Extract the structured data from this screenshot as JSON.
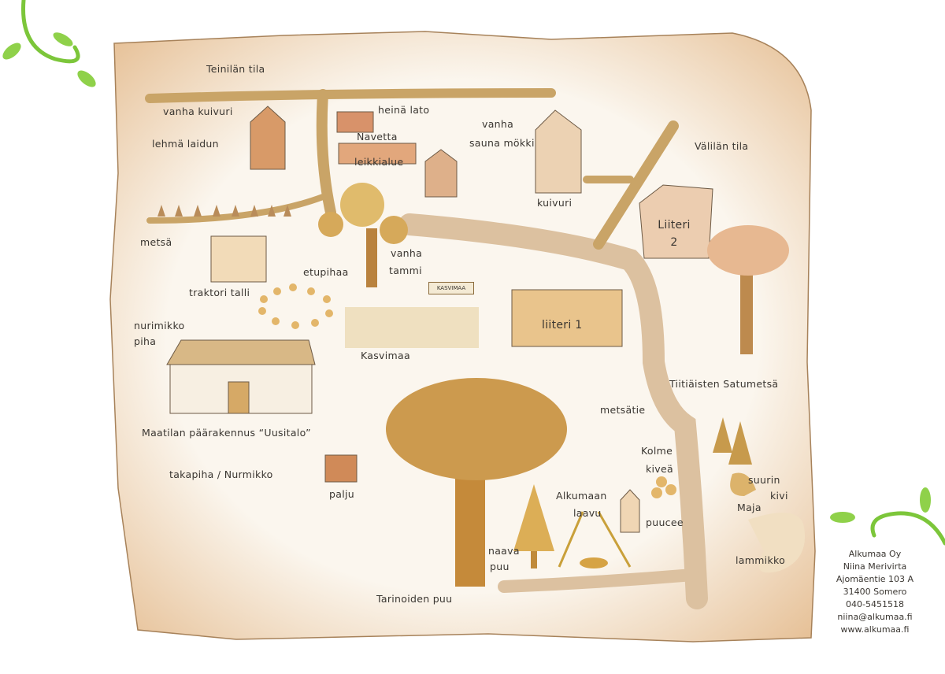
{
  "title": "Alkumaa map",
  "labels": {
    "teinilan_tila": "Teinilän tila",
    "vanha_kuivuri": "vanha kuivuri",
    "lehma_laidun": "lehmä laidun",
    "heina_lato": "heinä lato",
    "navetta": "Navetta",
    "vanha": "vanha",
    "sauna_mokki": "sauna mökki",
    "leikkialue": "leikkialue",
    "kuivuri": "kuivuri",
    "valilan_tila": "Välilän tila",
    "liiteri2_a": "Liiteri",
    "liiteri2_b": "2",
    "metsa": "metsä",
    "vanha_tammi_a": "vanha",
    "vanha_tammi_b": "tammi",
    "etupihaa": "etupihaa",
    "traktori_talli": "traktori talli",
    "kasvimaa_sign": "KASVIMAA",
    "liiteri1": "liiteri 1",
    "nurmikko_piha_a": "nurimikko",
    "nurmikko_piha_b": "piha",
    "kasvimaa": "Kasvimaa",
    "tiitiaisten": "Tiitiäisten Satumetsä",
    "metsatie": "metsätie",
    "paarakennus": "Maatilan päärakennus “Uusitalo”",
    "kolme_a": "Kolme",
    "kolme_b": "kiveä",
    "takapiha": "takapiha / Nurmikko",
    "suurin_a": "suurin",
    "suurin_b": "kivi",
    "palju": "palju",
    "laavu_a": "Alkumaan",
    "laavu_b": "laavu",
    "maja": "Maja",
    "puucee": "puucee",
    "naava_a": "naava",
    "naava_b": "puu",
    "lammikko": "lammikko",
    "tarinoiden_puu": "Tarinoiden puu"
  },
  "contact": {
    "company": "Alkumaa Oy",
    "name": "Niina Merivirta",
    "street": "Ajomäentie 103 A",
    "city": "31400 Somero",
    "phone": "040-5451518",
    "email": "niina@alkumaa.fi",
    "web": "www.alkumaa.fi"
  },
  "colors": {
    "parchment": "#e8c9a0",
    "road": "#c9a467",
    "leaf": "#7cc63a",
    "ink": "#3a3631"
  }
}
